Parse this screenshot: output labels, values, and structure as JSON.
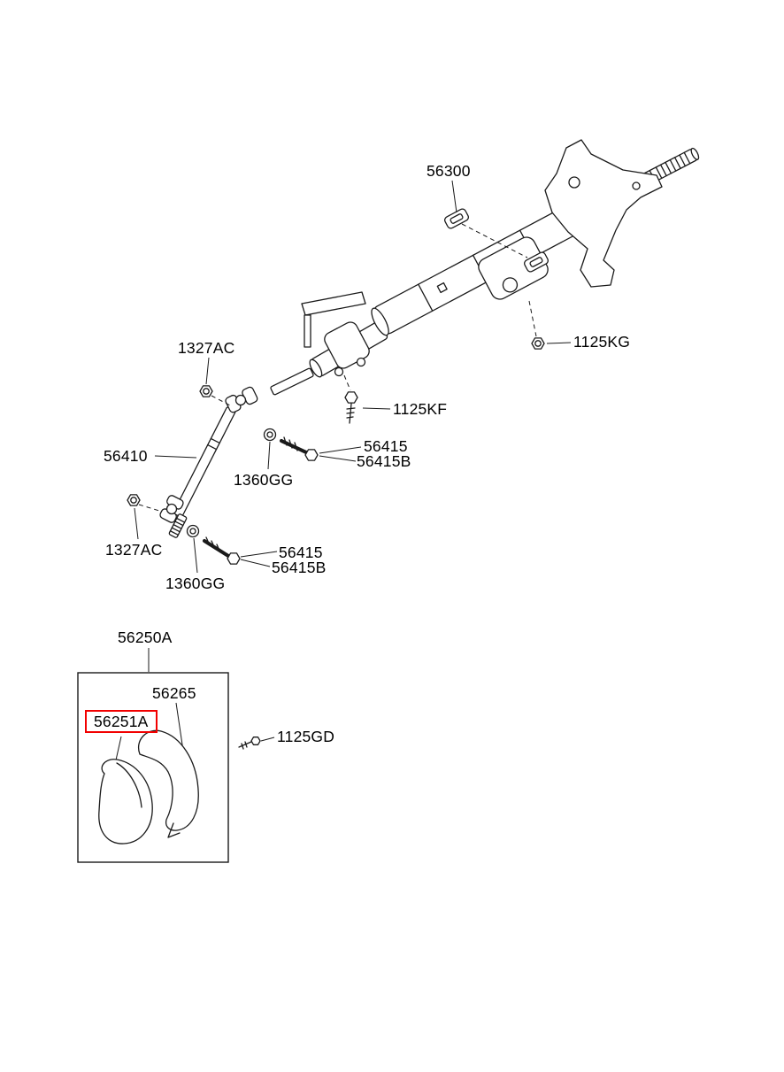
{
  "diagram": {
    "name": "steering-column-parts-diagram",
    "background": "#ffffff",
    "line_color": "#1a1a1a",
    "highlight_color": "#f20000",
    "labels": {
      "l56300": "56300",
      "l1125KG": "1125KG",
      "l1327AC_upper": "1327AC",
      "l1125KF": "1125KF",
      "l56410": "56410",
      "l56415_upper": "56415",
      "l56415B_upper": "56415B",
      "l1360GG_upper": "1360GG",
      "l1327AC_lower": "1327AC",
      "l56415_lower": "56415",
      "l56415B_lower": "56415B",
      "l1360GG_lower": "1360GG",
      "l56250A": "56250A",
      "l56265": "56265",
      "l56251A": "56251A",
      "l1125GD": "1125GD"
    }
  }
}
